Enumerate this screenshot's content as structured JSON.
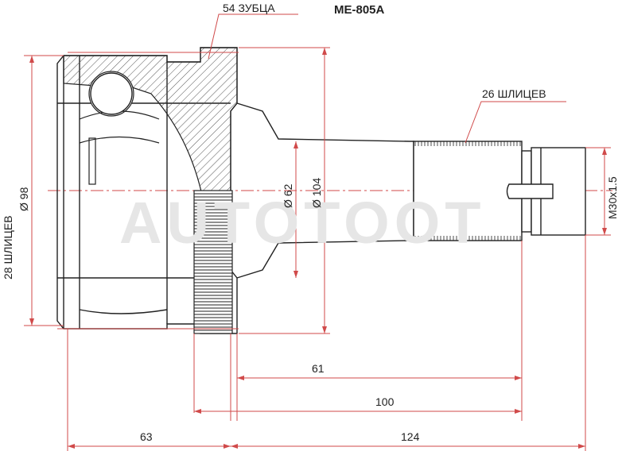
{
  "part_number": "ME-805A",
  "watermark": "AUTOTOOT",
  "callouts": {
    "teeth": "54 ЗУБЦА",
    "outer_splines": "26 ШЛИЦЕВ",
    "inner_splines": "28 ШЛИЦЕВ"
  },
  "dimensions": {
    "inner_dia": "Ø 98",
    "dia_62": "Ø 62",
    "dia_104": "Ø 104",
    "thread": "M30x1.5",
    "len_61": "61",
    "len_100": "100",
    "len_63": "63",
    "len_124": "124"
  },
  "colors": {
    "dim_line": "#d04a4a",
    "outline": "#222222",
    "hatch": "#555555",
    "watermark": "#e6e6e6"
  }
}
